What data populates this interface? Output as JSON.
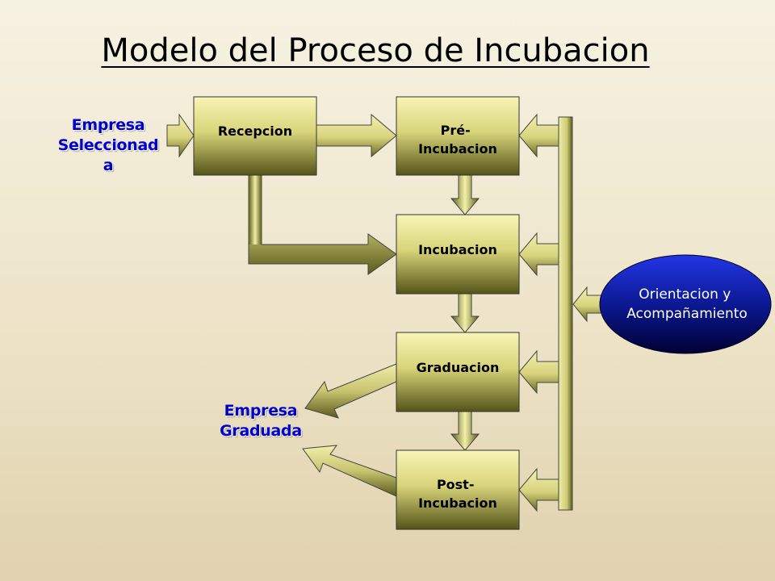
{
  "title": "Modelo del Proceso de Incubacion",
  "stages": {
    "recepcion": [
      "Recepcion"
    ],
    "pre_incubacion": [
      "Pré-",
      "Incubacion"
    ],
    "incubacion": [
      "Incubacion"
    ],
    "graduacion": [
      "Graduacion"
    ],
    "post_incubacion": [
      "Post-",
      "Incubacion"
    ]
  },
  "inputs": {
    "empresa_seleccionada": [
      "Empresa",
      "Seleccionad",
      "a"
    ]
  },
  "outputs": {
    "empresa_graduada": [
      "Empresa",
      "Graduada"
    ]
  },
  "support": {
    "orientacion": [
      "Orientacion y",
      "Acompañamiento"
    ]
  },
  "colors": {
    "box_light": "#f5f3b0",
    "box_dark": "#5a5a1c",
    "label_blue": "#0000cc",
    "ellipse_light": "#1a2ad0",
    "ellipse_dark": "#000044"
  }
}
